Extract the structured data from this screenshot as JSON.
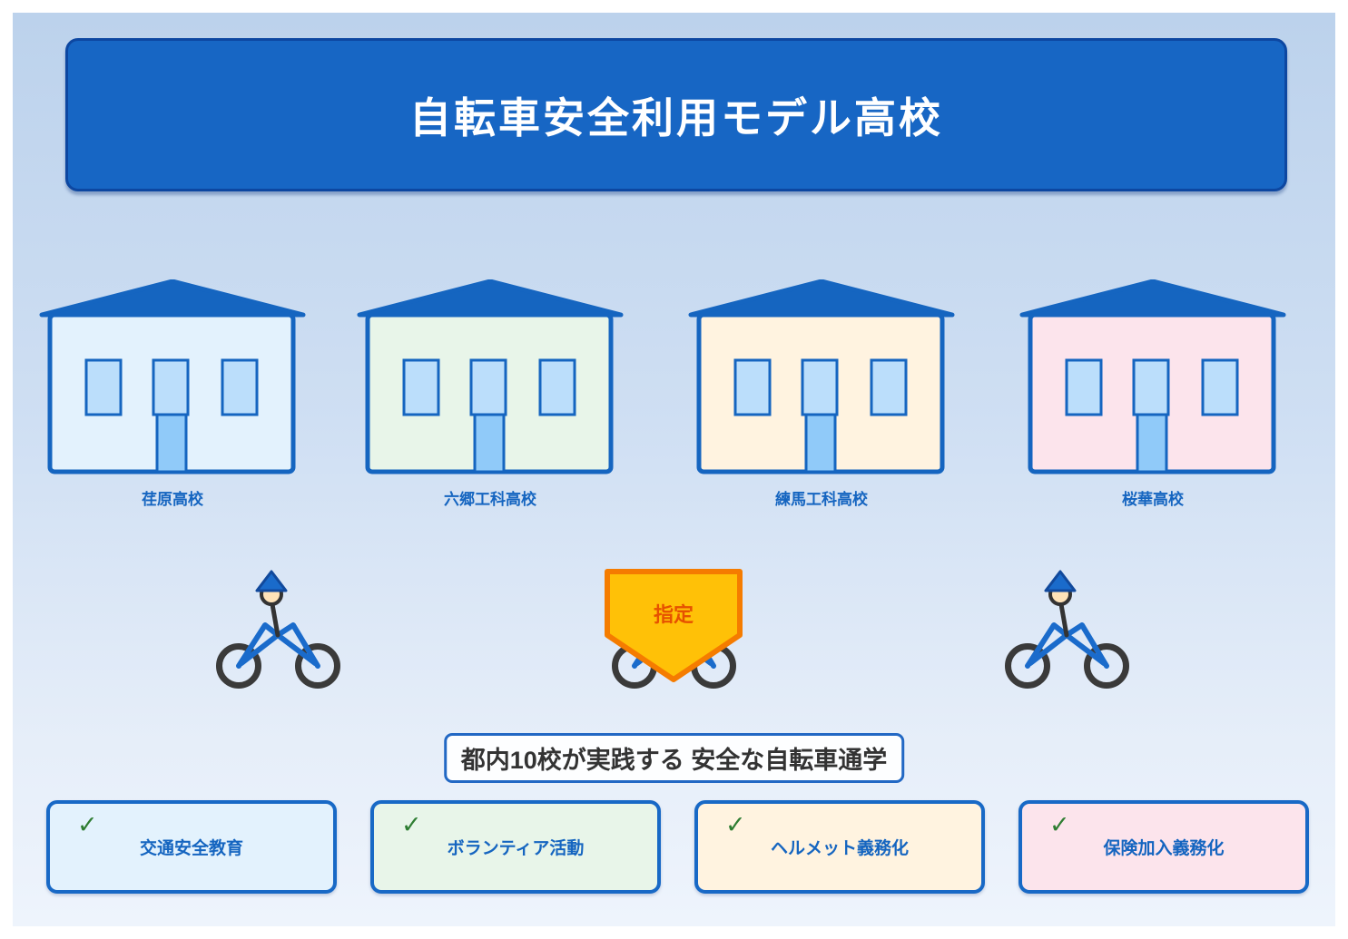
{
  "title": "自転車安全利用モデル高校",
  "schools": [
    {
      "name": "荏原高校",
      "color": "#E3F2FD"
    },
    {
      "name": "六郷工科高校",
      "color": "#E8F5E9"
    },
    {
      "name": "練馬工科高校",
      "color": "#FFF3E0"
    },
    {
      "name": "桜華高校",
      "color": "#FCE4EC"
    }
  ],
  "badge": {
    "label": "指定",
    "fill": "#FFC107",
    "border": "#F57C00",
    "text_color": "#E65100"
  },
  "caption": {
    "text": "都内10校が実践する 安全な自転車通学"
  },
  "features": [
    {
      "label": "交通安全教育",
      "bg": "#E3F2FD"
    },
    {
      "label": "ボランティア活動",
      "bg": "#E8F5E9"
    },
    {
      "label": "ヘルメット義務化",
      "bg": "#FFF3E0"
    },
    {
      "label": "保険加入義務化",
      "bg": "#FCE4EC"
    }
  ],
  "icons": {
    "checkmark": "✓"
  },
  "colors": {
    "primary_blue": "#1565C0",
    "dark_blue": "#0D47A1",
    "header_bg": "#1766C4",
    "check_green": "#2E7D32",
    "window_blue": "#BBDEFB",
    "door_blue": "#90CAF9",
    "bg_top": "#BCD2EC",
    "bg_bottom": "#EEF4FC"
  }
}
